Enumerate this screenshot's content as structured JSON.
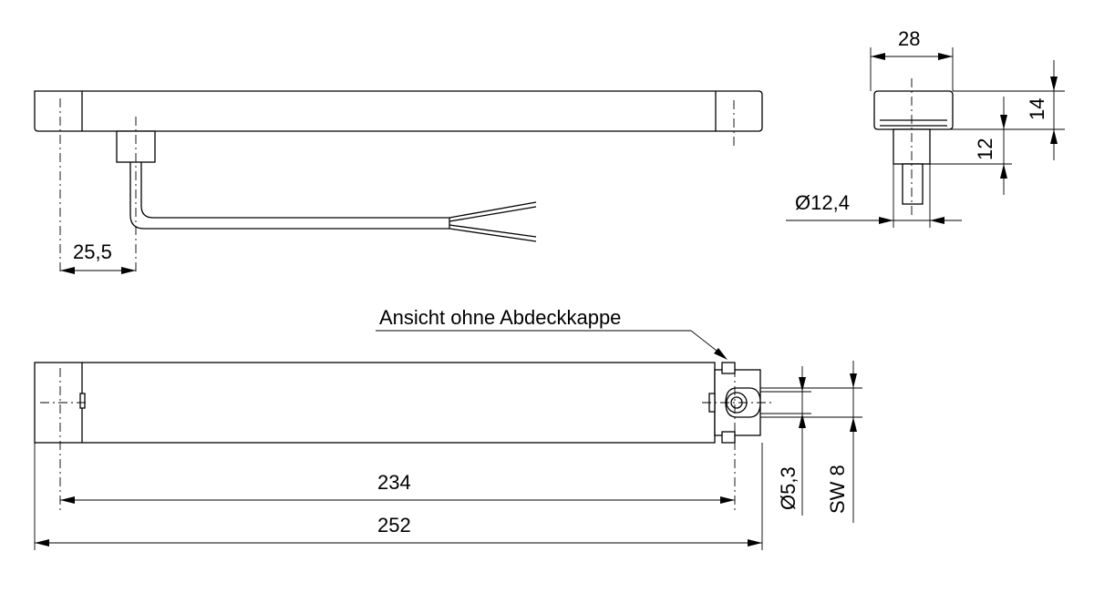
{
  "dimensions": {
    "offset_25_5": "25,5",
    "width_28": "28",
    "height_14": "14",
    "height_12": "12",
    "diameter_12_4": "Ø12,4",
    "length_234": "234",
    "length_252": "252",
    "diameter_5_3": "Ø5,3",
    "wrench_sw8": "SW 8"
  },
  "annotation": {
    "view_note": "Ansicht ohne Abdeckkappe"
  }
}
